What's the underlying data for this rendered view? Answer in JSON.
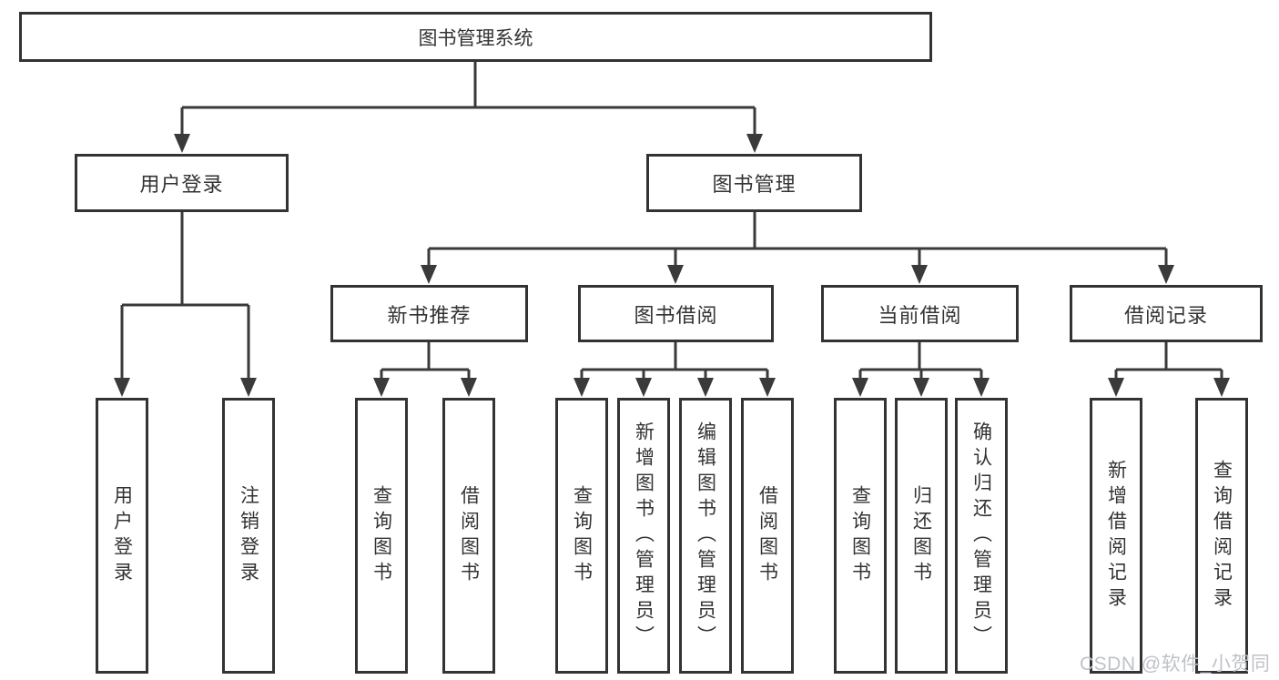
{
  "diagram": {
    "root": {
      "label": "图书管理系统",
      "children": [
        {
          "label": "用户登录",
          "children": [
            {
              "label": "用户登录"
            },
            {
              "label": "注销登录"
            }
          ]
        },
        {
          "label": "图书管理",
          "children": [
            {
              "label": "新书推荐",
              "children": [
                {
                  "label": "查询图书"
                },
                {
                  "label": "借阅图书"
                }
              ]
            },
            {
              "label": "图书借阅",
              "children": [
                {
                  "label": "查询图书"
                },
                {
                  "label": "新增图书（管理员）"
                },
                {
                  "label": "编辑图书（管理员）"
                },
                {
                  "label": "借阅图书"
                }
              ]
            },
            {
              "label": "当前借阅",
              "children": [
                {
                  "label": "查询图书"
                },
                {
                  "label": "归还图书"
                },
                {
                  "label": "确认归还（管理员）"
                }
              ]
            },
            {
              "label": "借阅记录",
              "children": [
                {
                  "label": "新增借阅记录"
                },
                {
                  "label": "查询借阅记录"
                }
              ]
            }
          ]
        }
      ]
    }
  },
  "watermark": {
    "text": "CSDN @软件_小贺同学"
  },
  "colors": {
    "line": "#3a3a3a",
    "box_border": "#333333",
    "text": "#333333",
    "background": "#ffffff",
    "watermark": "#bfc2c9"
  }
}
